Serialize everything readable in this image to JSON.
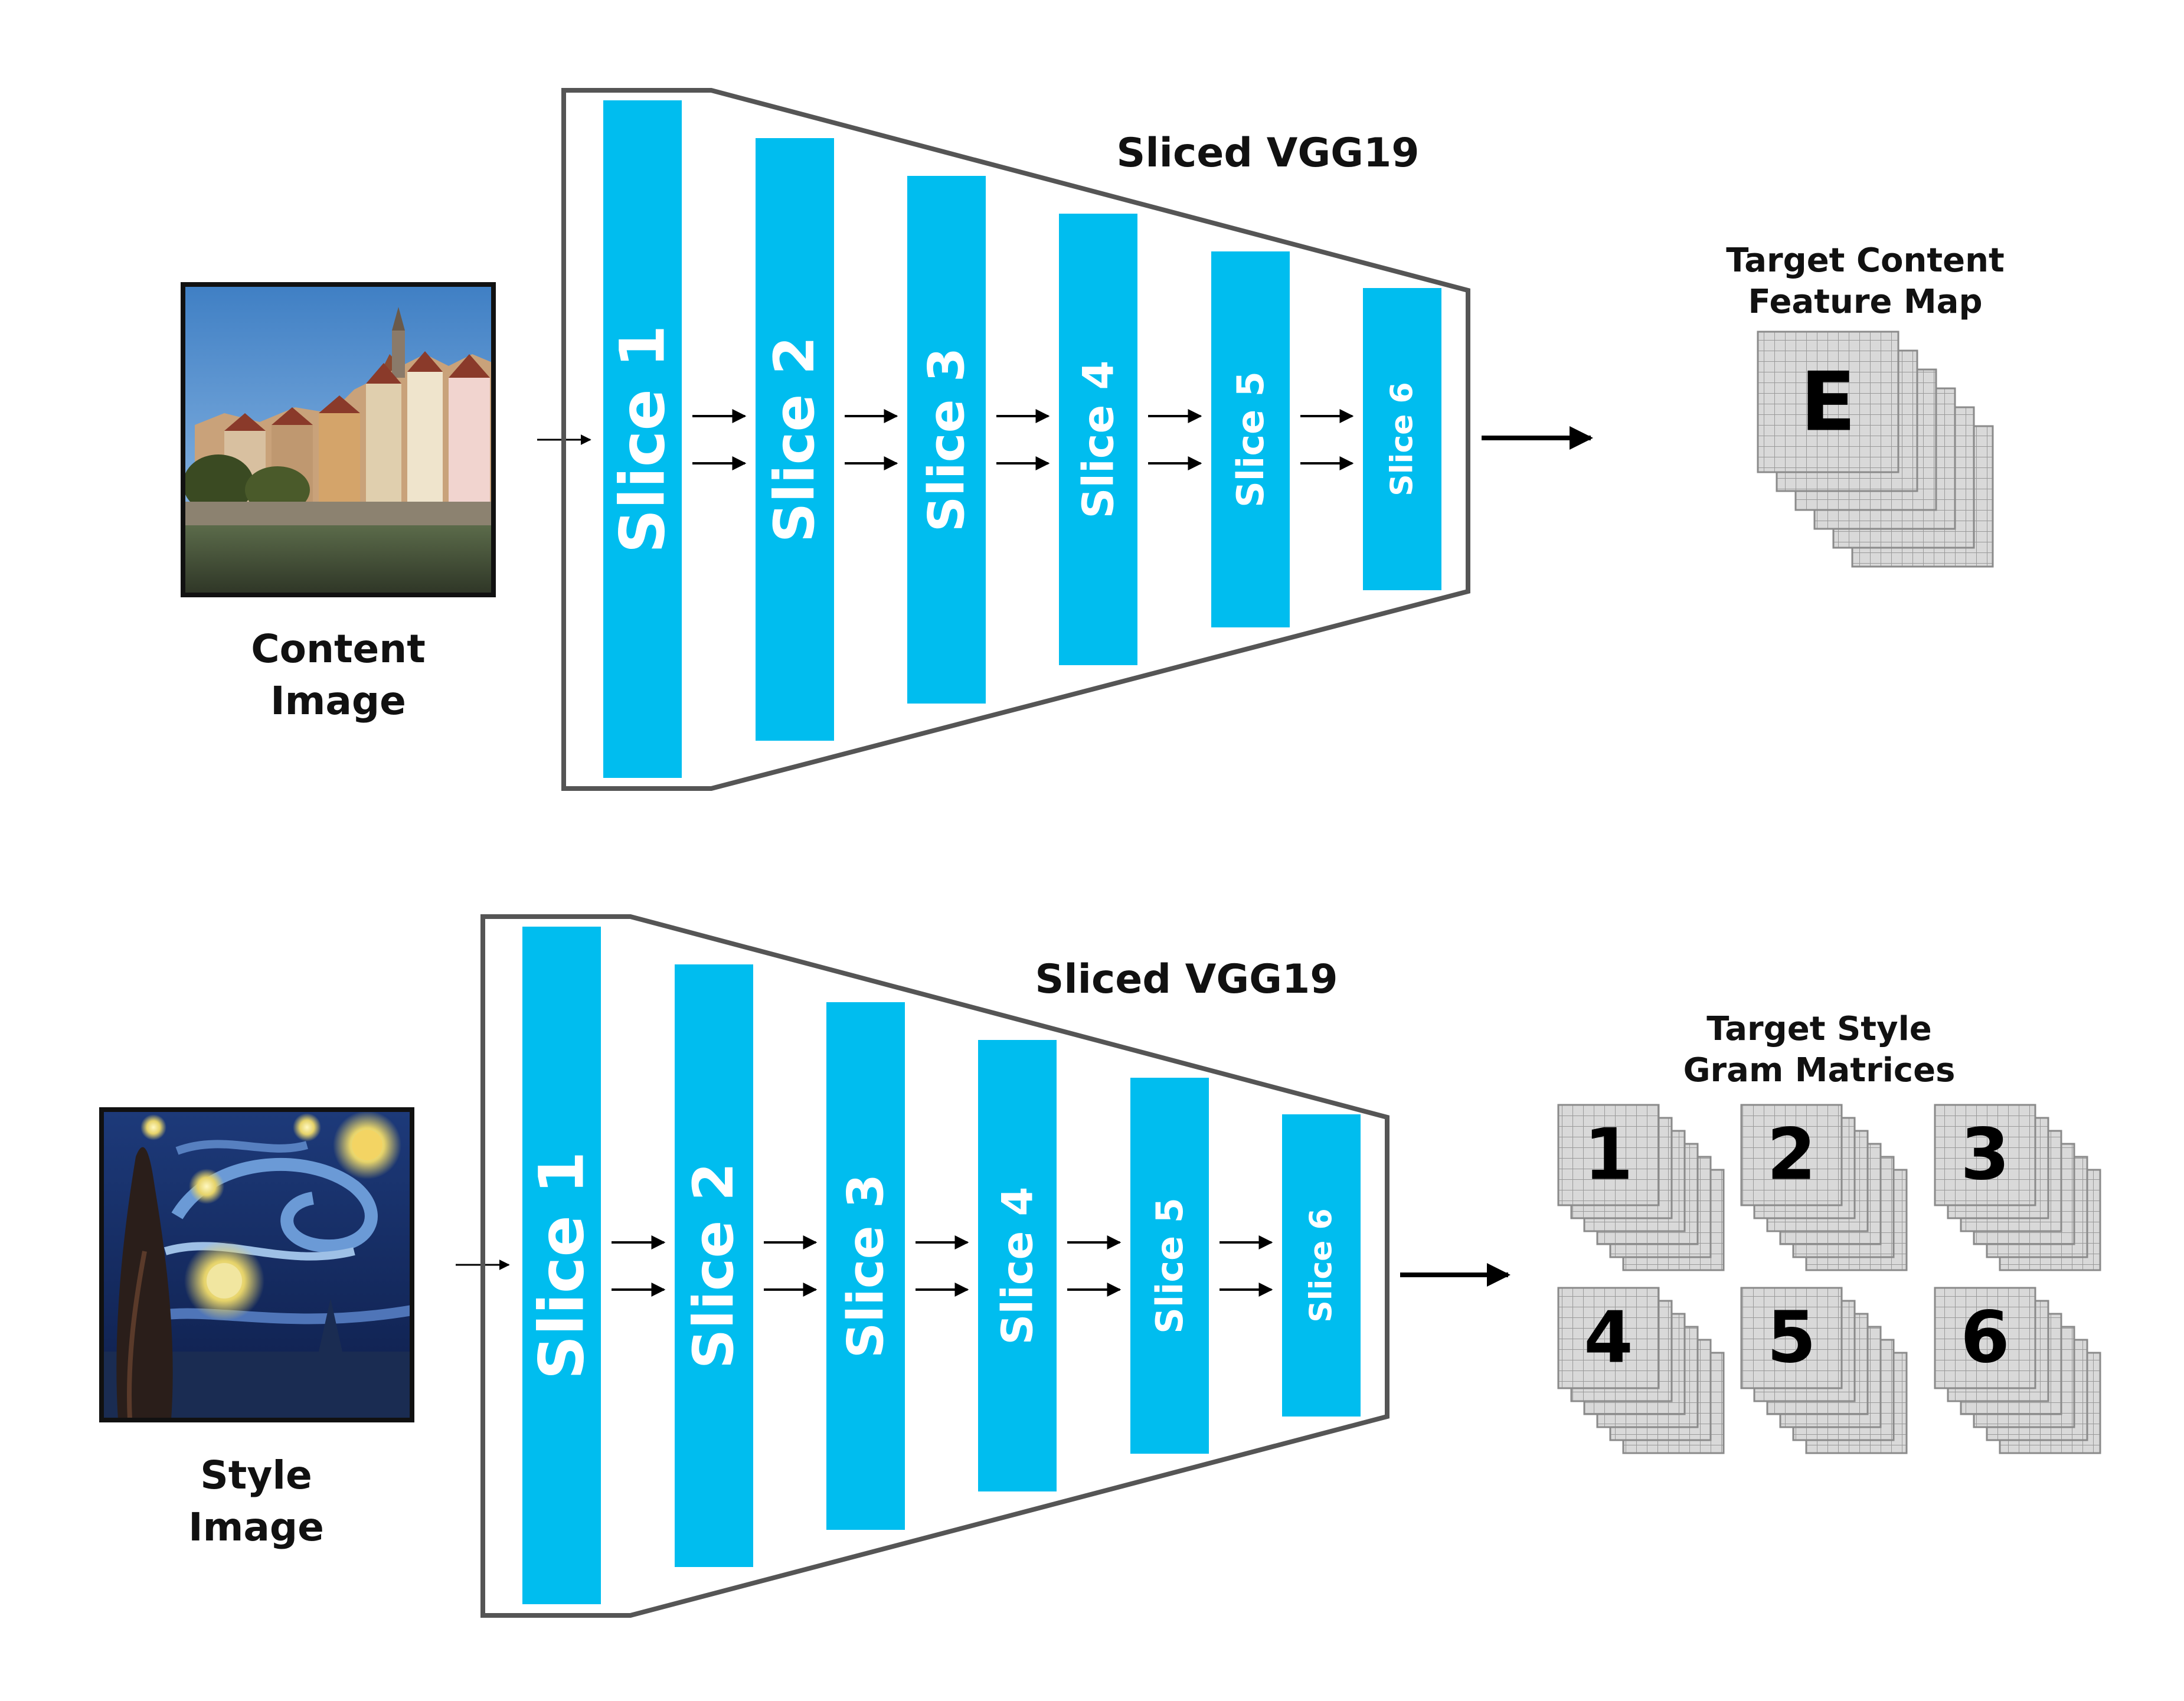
{
  "colors": {
    "slice_fill": "#00BDEF",
    "frame_stroke": "#555555",
    "grid_fill": "#D9D9D9",
    "grid_line": "#999999",
    "arrow": "#000000",
    "text": "#111111"
  },
  "content_section": {
    "image_label": [
      "Content",
      "Image"
    ],
    "image_icon": "town-photo",
    "network_title": "Sliced VGG19",
    "slices": [
      "Slice 1",
      "Slice 2",
      "Slice 3",
      "Slice 4",
      "Slice 5",
      "Slice 6"
    ],
    "target_label": [
      "Target Content",
      "Feature Map"
    ],
    "target_letter": "E"
  },
  "style_section": {
    "image_label": [
      "Style",
      "Image"
    ],
    "image_icon": "starry-night-painting",
    "network_title": "Sliced VGG19",
    "slices": [
      "Slice 1",
      "Slice 2",
      "Slice 3",
      "Slice 4",
      "Slice 5",
      "Slice 6"
    ],
    "target_label": [
      "Target Style",
      "Gram Matrices"
    ],
    "matrix_labels": [
      "1",
      "2",
      "3",
      "4",
      "5",
      "6"
    ]
  }
}
